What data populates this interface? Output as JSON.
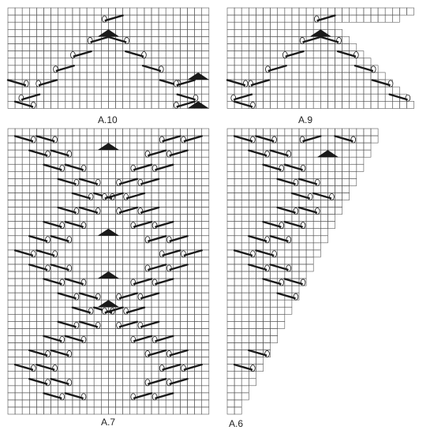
{
  "charts": [
    {
      "id": "a10",
      "label": "A.10",
      "shape": "rectangle",
      "cols": 28,
      "rows": 14,
      "symbols": "increase-cable symbols in a V shape, triangle markers at centre and right edge"
    },
    {
      "id": "a9",
      "label": "A.9",
      "shape": "stepped-right",
      "cols": 26,
      "rows": 14,
      "symbols": "increase-cable symbols in a V shape, triangle marker at centre"
    },
    {
      "id": "a7",
      "label": "A.7",
      "shape": "rectangle",
      "cols": 28,
      "rows": 40,
      "symbols": "diagonal cable symbols forming crossing X / diamond lattice with triangle markers on centre axis"
    },
    {
      "id": "a6",
      "label": "A.6",
      "shape": "triangle-right",
      "cols": 21,
      "rows": 40,
      "symbols": "diagonal cable symbols forming half lattice with triangle marker at top"
    }
  ],
  "colors": {
    "grid_line": "#555555",
    "symbol": "#1a1a1a",
    "background": "#ffffff"
  }
}
